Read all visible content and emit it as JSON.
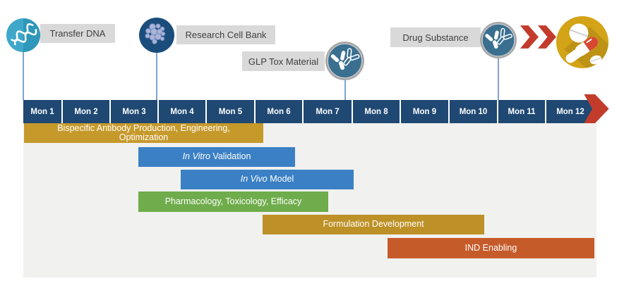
{
  "colors": {
    "timeline_navy": "#1F4873",
    "gold": "#C6992B",
    "gold_dark": "#BD9127",
    "blue": "#3B80C4",
    "green": "#6FAC4B",
    "orange": "#C65B2A",
    "red": "#C23B2B",
    "panel_gray": "#F1F1EF",
    "label_gray": "#D9D9D9",
    "teal_circle": "#3FA8CA",
    "navy_circle": "#1B4D7C",
    "steel_circle": "#3A6F90",
    "pill_circle_gold": "#D3A318",
    "connector_blue": "#7FA3D4"
  },
  "milestones": [
    {
      "label": "Transfer DNA",
      "icon": "dna-icon"
    },
    {
      "label": "Research Cell Bank",
      "icon": "cell-cluster-icon"
    },
    {
      "label": "GLP Tox Material",
      "icon": "antibody-icon"
    },
    {
      "label": "Drug Substance",
      "icon": "antibody-icon"
    }
  ],
  "end_graphics": {
    "chevrons_icon": "double-chevron-icon",
    "pills_icon": "pills-icon"
  },
  "timeline": {
    "arrow_icon": "arrow-right-icon",
    "months": [
      "Mon 1",
      "Mon 2",
      "Mon 3",
      "Mon 4",
      "Mon 5",
      "Mon 6",
      "Mon 7",
      "Mon 8",
      "Mon 9",
      "Mon 10",
      "Mon 11",
      "Mon 12"
    ]
  },
  "gantt": {
    "tasks": [
      {
        "line1": "Bispecific Antibody Production, Engineering,",
        "line2": "Optimization",
        "color": "#C6992B",
        "start_month": 1.0,
        "end_month": 6.2
      },
      {
        "italic": "In Vitro",
        "rest": " Validation",
        "color": "#3B80C4",
        "start_month": 3.6,
        "end_month": 6.8
      },
      {
        "italic": "In Vivo",
        "rest": " Model",
        "color": "#3B80C4",
        "start_month": 4.5,
        "end_month": 8.0
      },
      {
        "label": "Pharmacology, Toxicology, Efficacy",
        "color": "#6FAC4B",
        "start_month": 3.6,
        "end_month": 7.5
      },
      {
        "label": "Formulation Development",
        "color": "#BD9127",
        "start_month": 6.2,
        "end_month": 10.7
      },
      {
        "label": "IND Enabling",
        "color": "#C65B2A",
        "start_month": 8.7,
        "end_month": 13.0
      }
    ]
  }
}
